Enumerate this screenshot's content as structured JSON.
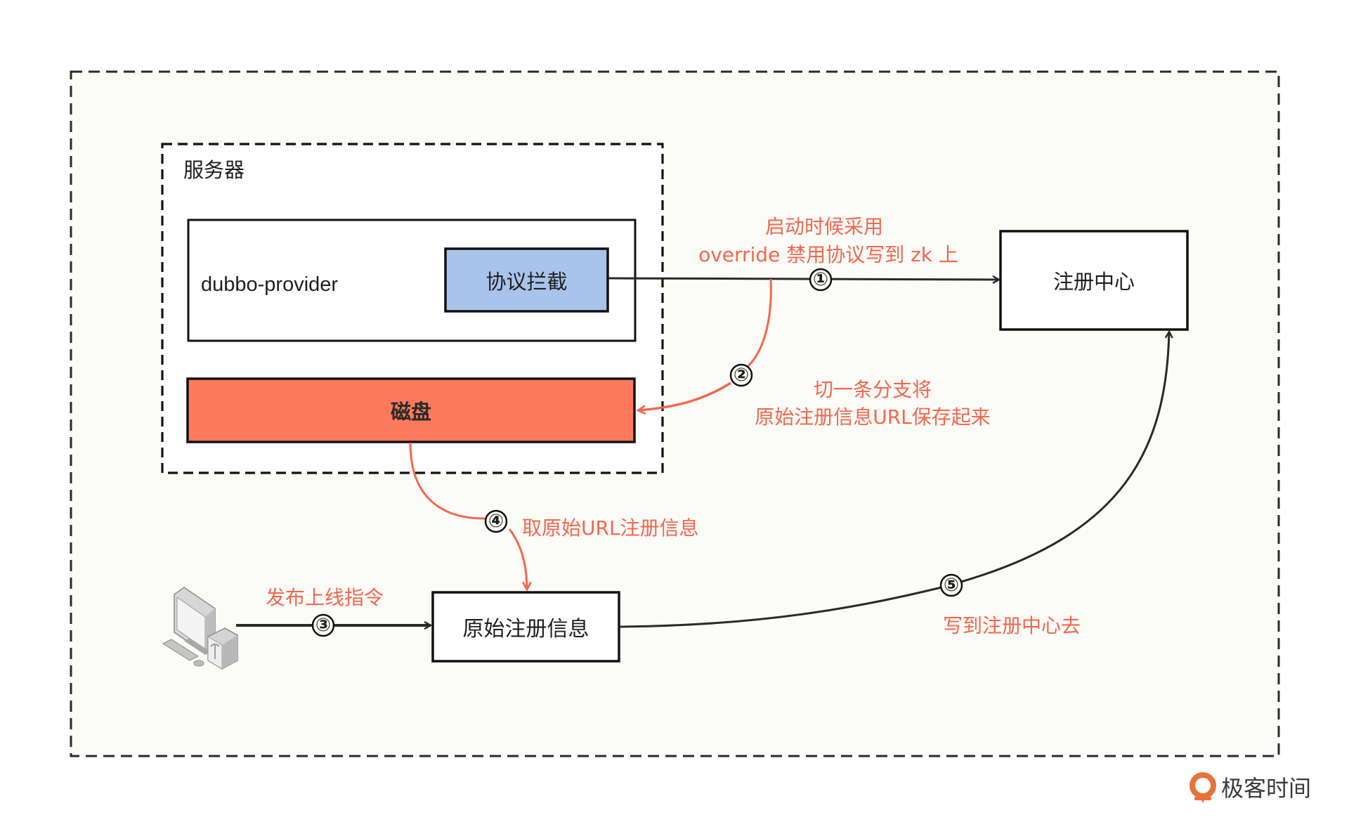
{
  "colors": {
    "accent_red": "#F4674C",
    "disk_fill": "#FF7A5C",
    "protocol_fill": "#A9C4EB",
    "canvas_fill": "#FBFBF8",
    "stroke": "#1a1a1a"
  },
  "containers": {
    "outer_group": {
      "label": ""
    },
    "server_group": {
      "label": "服务器"
    }
  },
  "nodes": {
    "provider": {
      "label": "dubbo-provider"
    },
    "protocol_intercept": {
      "label": "协议拦截"
    },
    "disk": {
      "label": "磁盘"
    },
    "registry": {
      "label": "注册中心"
    },
    "original_info": {
      "label": "原始注册信息"
    },
    "client": {
      "icon": "desktop-computer-icon"
    }
  },
  "steps": [
    {
      "number": "①",
      "label_lines": [
        "启动时候采用",
        "override 禁用协议写到 zk 上"
      ]
    },
    {
      "number": "②",
      "label_lines": [
        "切一条分支将",
        "原始注册信息URL保存起来"
      ]
    },
    {
      "number": "③",
      "label_lines": [
        "发布上线指令"
      ]
    },
    {
      "number": "④",
      "label_lines": [
        "取原始URL注册信息"
      ]
    },
    {
      "number": "⑤",
      "label_lines": [
        "写到注册中心去"
      ]
    }
  ],
  "brand": {
    "name": "极客时间",
    "icon": "geektime-logo-icon"
  }
}
